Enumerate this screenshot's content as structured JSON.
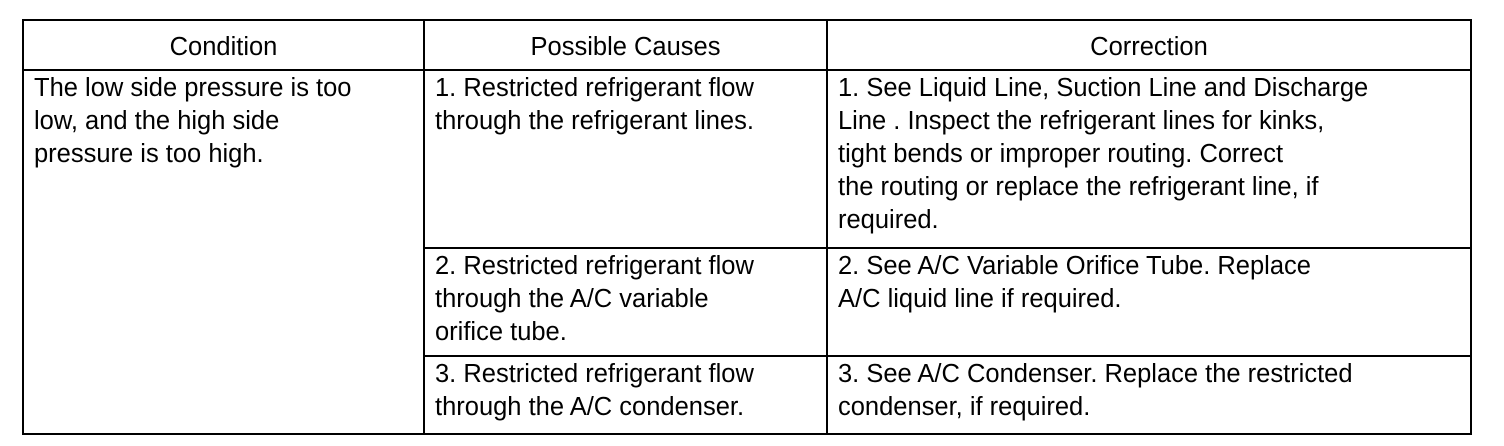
{
  "table": {
    "headers": [
      "Condition",
      "Possible Causes",
      "Correction"
    ],
    "condition": "The low side pressure is too\nlow, and the high side\npressure is too high.",
    "rows": [
      {
        "cause": "1. Restricted refrigerant flow\nthrough the refrigerant lines.",
        "correction": "1. See Liquid Line, Suction Line and Discharge\nLine . Inspect the refrigerant lines for  kinks,\ntight bends or improper routing. Correct\nthe routing or replace the refrigerant line, if\nrequired."
      },
      {
        "cause": "2. Restricted refrigerant flow\nthrough the A/C variable\norifice tube.",
        "correction": "2. See A/C Variable Orifice Tube. Replace\nA/C liquid line if required."
      },
      {
        "cause": "3. Restricted refrigerant flow\nthrough the A/C condenser.",
        "correction": "3. See A/C Condenser. Replace the restricted\ncondenser, if required."
      }
    ]
  }
}
